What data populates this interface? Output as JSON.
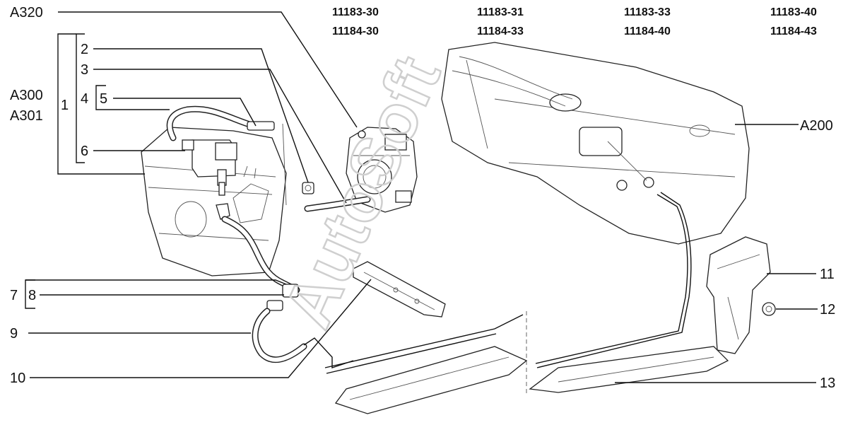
{
  "model_codes": {
    "col1": [
      "11183-30",
      "11184-30"
    ],
    "col2": [
      "11183-31",
      "11184-33"
    ],
    "col3": [
      "11183-33",
      "11184-40"
    ],
    "col4": [
      "11183-40",
      "11184-43"
    ]
  },
  "callouts": {
    "a320": "A320",
    "a300": "A300",
    "a301": "A301",
    "n1": "1",
    "n2": "2",
    "n3": "3",
    "n4": "4",
    "n5": "5",
    "n6": "6",
    "n7": "7",
    "n8": "8",
    "n9": "9",
    "n10": "10",
    "n11": "11",
    "n12": "12",
    "n13": "13",
    "a200": "A200"
  },
  "watermark": "AutoSoft",
  "colors": {
    "line": "#111111",
    "watermark": "#cfcfcf",
    "background": "#ffffff"
  }
}
